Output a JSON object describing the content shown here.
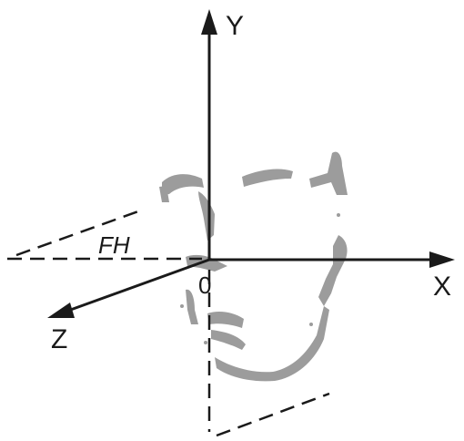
{
  "labels": {
    "y_axis": "Y",
    "x_axis": "X",
    "z_axis": "Z",
    "plane": "FH",
    "origin": "0"
  },
  "colors": {
    "ink": "#1a1a1a",
    "face_shading": "#9c9c9c",
    "background": "#ffffff"
  }
}
